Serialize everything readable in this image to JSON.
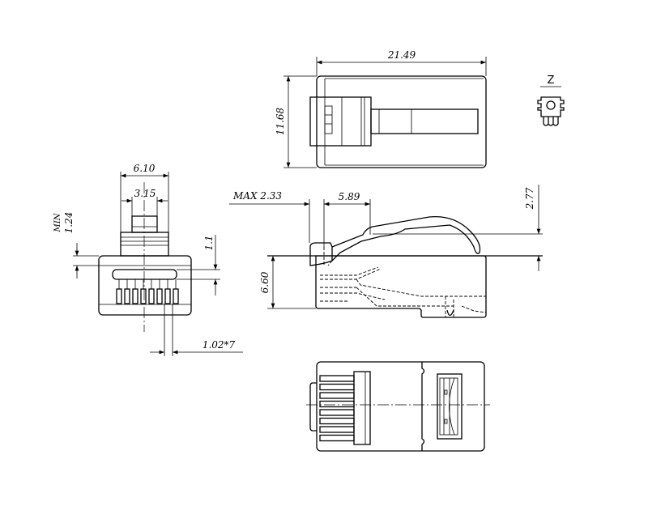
{
  "drawing": {
    "title": "RJ45 modular plug dimensional drawing",
    "view_label": "Z",
    "dimensions": {
      "length": "21.49",
      "width": "11.68",
      "front_width": "6.10",
      "tab_width": "3.15",
      "min_label": "MIN",
      "min_value": "1.24",
      "contact_offset": "1.1",
      "pitch": "1.02*7",
      "max_label": "MAX  2.33",
      "latch_offset": "5.89",
      "height": "6.60",
      "latch_height": "2.77"
    }
  }
}
